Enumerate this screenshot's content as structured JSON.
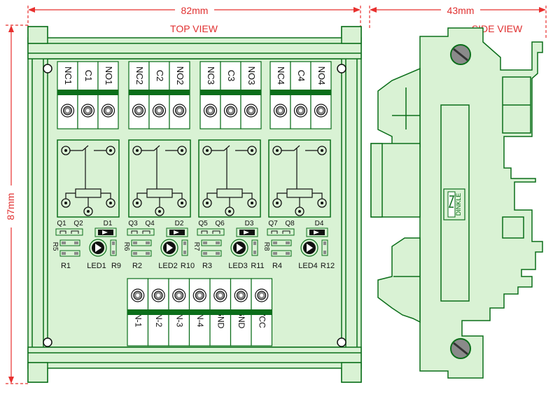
{
  "colors": {
    "board": "#d9f2d4",
    "line": "#0b6e1a",
    "dim": "#e8302e",
    "dim_text": "#e03030",
    "black": "#111111",
    "grey": "#8a8a8a"
  },
  "dimensions": {
    "width_top": "82mm",
    "width_side": "43mm",
    "height": "87mm"
  },
  "views": {
    "top": "TOP VIEW",
    "side": "SIDE VIEW"
  },
  "relay_terminals": [
    [
      "NC1",
      "C1",
      "NO1"
    ],
    [
      "NC2",
      "C2",
      "NO2"
    ],
    [
      "NC3",
      "C3",
      "NO3"
    ],
    [
      "NC4",
      "C4",
      "NO4"
    ]
  ],
  "channels": [
    {
      "q_left": "Q1",
      "q_right": "Q2",
      "diode": "D1",
      "r_side": "R5",
      "r_bottom": "R1",
      "led": "LED1",
      "r_led": "R9"
    },
    {
      "q_left": "Q3",
      "q_right": "Q4",
      "diode": "D2",
      "r_side": "R6",
      "r_bottom": "R2",
      "led": "LED2",
      "r_led": "R10"
    },
    {
      "q_left": "Q5",
      "q_right": "Q6",
      "diode": "D3",
      "r_side": "R7",
      "r_bottom": "R3",
      "led": "LED3",
      "r_led": "R11"
    },
    {
      "q_left": "Q7",
      "q_right": "Q8",
      "diode": "D4",
      "r_side": "R8",
      "r_bottom": "R4",
      "led": "LED4",
      "r_led": "R12"
    }
  ],
  "input_terminals": [
    "IN-1",
    "IN-2",
    "IN-3",
    "IN-4",
    "GND",
    "GND",
    "VCC"
  ],
  "side_logo": "DINKLE"
}
